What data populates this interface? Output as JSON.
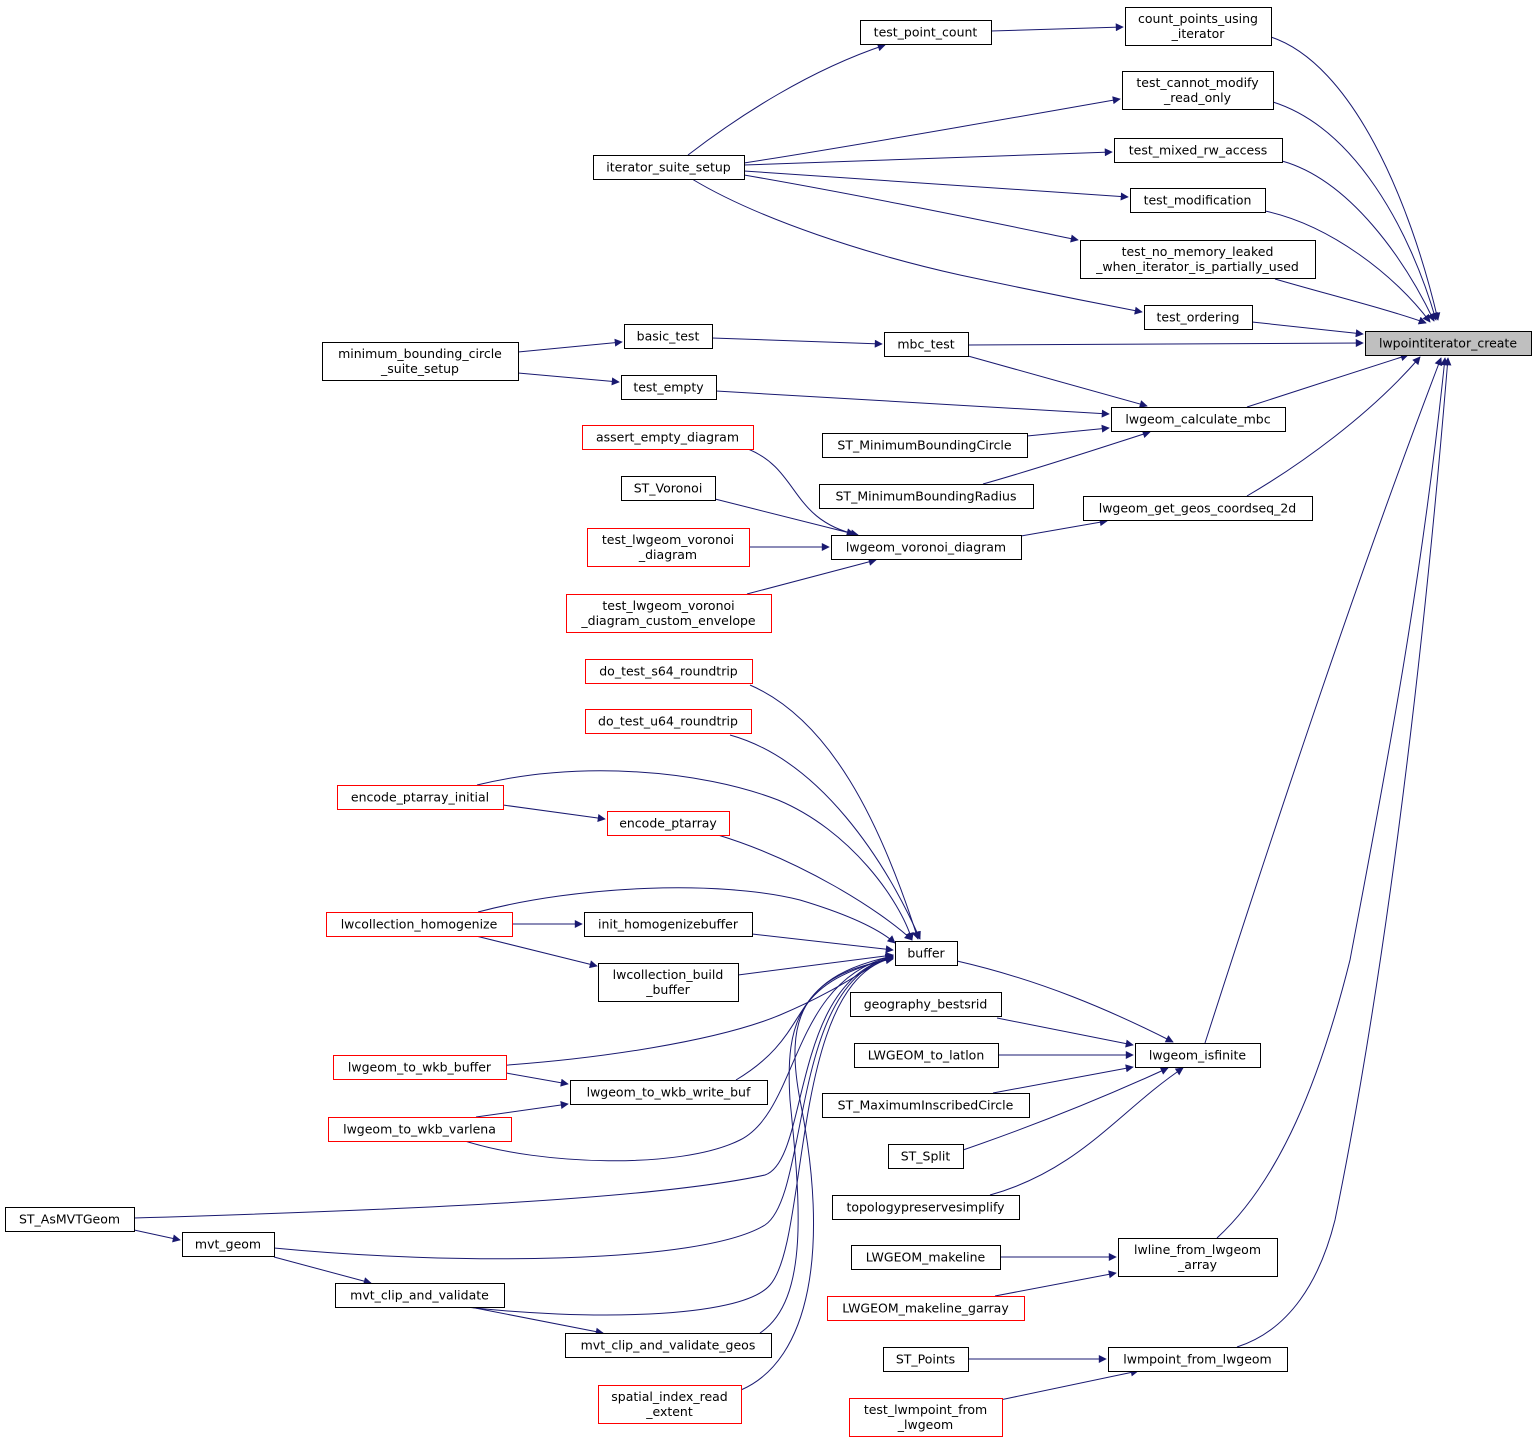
{
  "colors": {
    "edge": "#191970",
    "box_border": "#000000",
    "box_border_red": "#ff0000",
    "root_fill": "#bfbfbf",
    "box_fill": "#ffffff"
  },
  "nodes": [
    {
      "id": "root",
      "lines": [
        "lwpointiterator_create"
      ],
      "style": "root"
    },
    {
      "id": "count_points",
      "lines": [
        "count_points_using",
        "_iterator"
      ],
      "style": "black"
    },
    {
      "id": "test_point_count",
      "lines": [
        "test_point_count"
      ],
      "style": "black"
    },
    {
      "id": "iterator_suite_setup",
      "lines": [
        "iterator_suite_setup"
      ],
      "style": "black"
    },
    {
      "id": "test_cannot_modify",
      "lines": [
        "test_cannot_modify",
        "_read_only"
      ],
      "style": "black"
    },
    {
      "id": "test_mixed_rw",
      "lines": [
        "test_mixed_rw_access"
      ],
      "style": "black"
    },
    {
      "id": "test_modification",
      "lines": [
        "test_modification"
      ],
      "style": "black"
    },
    {
      "id": "test_no_memory",
      "lines": [
        "test_no_memory_leaked",
        "_when_iterator_is_partially_used"
      ],
      "style": "black"
    },
    {
      "id": "test_ordering",
      "lines": [
        "test_ordering"
      ],
      "style": "black"
    },
    {
      "id": "mbc_suite",
      "lines": [
        "minimum_bounding_circle",
        "_suite_setup"
      ],
      "style": "black"
    },
    {
      "id": "basic_test",
      "lines": [
        "basic_test"
      ],
      "style": "black"
    },
    {
      "id": "mbc_test",
      "lines": [
        "mbc_test"
      ],
      "style": "black"
    },
    {
      "id": "test_empty",
      "lines": [
        "test_empty"
      ],
      "style": "black"
    },
    {
      "id": "lwgeom_calc_mbc",
      "lines": [
        "lwgeom_calculate_mbc"
      ],
      "style": "black"
    },
    {
      "id": "st_min_circle",
      "lines": [
        "ST_MinimumBoundingCircle"
      ],
      "style": "black"
    },
    {
      "id": "st_min_radius",
      "lines": [
        "ST_MinimumBoundingRadius"
      ],
      "style": "black"
    },
    {
      "id": "assert_empty",
      "lines": [
        "assert_empty_diagram"
      ],
      "style": "red"
    },
    {
      "id": "st_voronoi",
      "lines": [
        "ST_Voronoi"
      ],
      "style": "black"
    },
    {
      "id": "test_voronoi",
      "lines": [
        "test_lwgeom_voronoi",
        "_diagram"
      ],
      "style": "red"
    },
    {
      "id": "test_voronoi_env",
      "lines": [
        "test_lwgeom_voronoi",
        "_diagram_custom_envelope"
      ],
      "style": "red"
    },
    {
      "id": "lwgeom_voronoi",
      "lines": [
        "lwgeom_voronoi_diagram"
      ],
      "style": "black"
    },
    {
      "id": "geos_coordseq",
      "lines": [
        "lwgeom_get_geos_coordseq_2d"
      ],
      "style": "black"
    },
    {
      "id": "do_s64",
      "lines": [
        "do_test_s64_roundtrip"
      ],
      "style": "red"
    },
    {
      "id": "do_u64",
      "lines": [
        "do_test_u64_roundtrip"
      ],
      "style": "red"
    },
    {
      "id": "encode_initial",
      "lines": [
        "encode_ptarray_initial"
      ],
      "style": "red"
    },
    {
      "id": "encode_ptarray",
      "lines": [
        "encode_ptarray"
      ],
      "style": "red"
    },
    {
      "id": "lwcoll_homog",
      "lines": [
        "lwcollection_homogenize"
      ],
      "style": "red"
    },
    {
      "id": "init_homog",
      "lines": [
        "init_homogenizebuffer"
      ],
      "style": "black"
    },
    {
      "id": "lwcoll_build",
      "lines": [
        "lwcollection_build",
        "_buffer"
      ],
      "style": "black"
    },
    {
      "id": "buffer",
      "lines": [
        "buffer"
      ],
      "style": "black"
    },
    {
      "id": "geog_bestsrid",
      "lines": [
        "geography_bestsrid"
      ],
      "style": "black"
    },
    {
      "id": "lwgeom_to_latlon",
      "lines": [
        "LWGEOM_to_latlon"
      ],
      "style": "black"
    },
    {
      "id": "st_max_inscribed",
      "lines": [
        "ST_MaximumInscribedCircle"
      ],
      "style": "black"
    },
    {
      "id": "st_split",
      "lines": [
        "ST_Split"
      ],
      "style": "black"
    },
    {
      "id": "topo_simplify",
      "lines": [
        "topologypreservesimplify"
      ],
      "style": "black"
    },
    {
      "id": "lwgeom_isfinite",
      "lines": [
        "lwgeom_isfinite"
      ],
      "style": "black"
    },
    {
      "id": "wkb_buffer",
      "lines": [
        "lwgeom_to_wkb_buffer"
      ],
      "style": "red"
    },
    {
      "id": "wkb_write_buf",
      "lines": [
        "lwgeom_to_wkb_write_buf"
      ],
      "style": "black"
    },
    {
      "id": "wkb_varlena",
      "lines": [
        "lwgeom_to_wkb_varlena"
      ],
      "style": "red"
    },
    {
      "id": "st_asmvtgeom",
      "lines": [
        "ST_AsMVTGeom"
      ],
      "style": "black"
    },
    {
      "id": "mvt_geom",
      "lines": [
        "mvt_geom"
      ],
      "style": "black"
    },
    {
      "id": "mvt_clip",
      "lines": [
        "mvt_clip_and_validate"
      ],
      "style": "black"
    },
    {
      "id": "mvt_clip_geos",
      "lines": [
        "mvt_clip_and_validate_geos"
      ],
      "style": "black"
    },
    {
      "id": "spatial_index",
      "lines": [
        "spatial_index_read",
        "_extent"
      ],
      "style": "red"
    },
    {
      "id": "lwgeom_makeline",
      "lines": [
        "LWGEOM_makeline"
      ],
      "style": "black"
    },
    {
      "id": "makeline_garray",
      "lines": [
        "LWGEOM_makeline_garray"
      ],
      "style": "red"
    },
    {
      "id": "lwline_from",
      "lines": [
        "lwline_from_lwgeom",
        "_array"
      ],
      "style": "black"
    },
    {
      "id": "st_points",
      "lines": [
        "ST_Points"
      ],
      "style": "black"
    },
    {
      "id": "test_lwmpoint",
      "lines": [
        "test_lwmpoint_from",
        "_lwgeom"
      ],
      "style": "red"
    },
    {
      "id": "lwmpoint_from",
      "lines": [
        "lwmpoint_from_lwgeom"
      ],
      "style": "black"
    }
  ]
}
